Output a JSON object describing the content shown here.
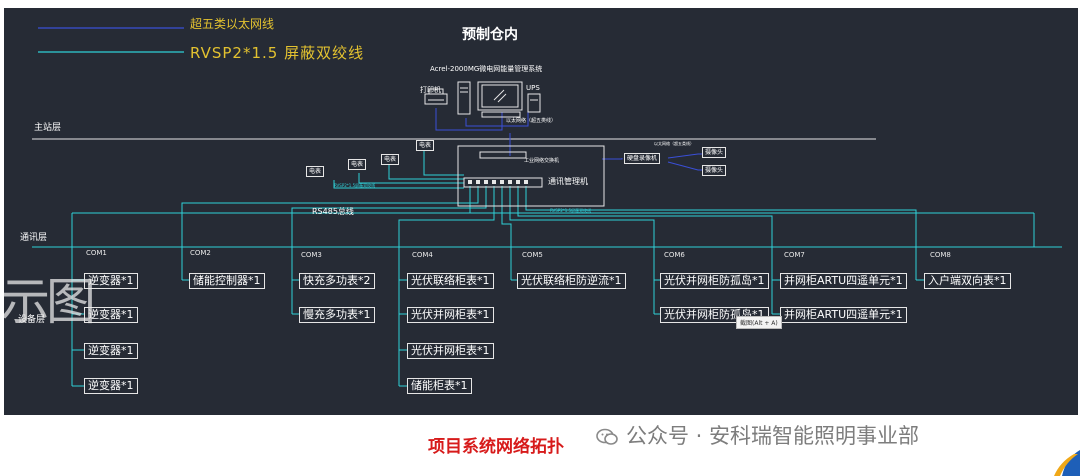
{
  "legend": {
    "ethernet_label": "超五类以太网线",
    "rvsp_label": "RVSP2*1.5 屏蔽双绞线",
    "ethernet_color": "#3a4fd8",
    "rvsp_color": "#2fd0d8"
  },
  "title": "预制仓内",
  "system_name": "Acrel-2000MG微电网能量管理系统",
  "devices": {
    "printer": "打印机",
    "ups": "UPS",
    "ethernet_note": "以太网络（超五类线）"
  },
  "layers": {
    "master": "主站层",
    "comm": "通讯层",
    "device": "设备层"
  },
  "manager": {
    "switch": "工业网络交换机",
    "comm_manager": "通讯管理机",
    "rs485": "RS485总线",
    "rvsp_note": "RVSP2*1.5屏蔽双绞线",
    "rvsp_note2": "RVSP2*1.5屏蔽双绞线"
  },
  "small_devices": [
    "电表",
    "电表",
    "电表",
    "电表"
  ],
  "video": {
    "recorder": "硬盘录像机",
    "ethernet_note": "以太网络（超五类线）",
    "camera1": "摄像头",
    "camera2": "摄像头"
  },
  "columns": [
    {
      "com": "COM1",
      "items": [
        "逆变器*1",
        "逆变器*1",
        "逆变器*1",
        "逆变器*1"
      ]
    },
    {
      "com": "COM2",
      "items": [
        "储能控制器*1"
      ]
    },
    {
      "com": "COM3",
      "items": [
        "快充多功表*2",
        "慢充多功表*1"
      ]
    },
    {
      "com": "COM4",
      "items": [
        "光伏联络柜表*1",
        "光伏并网柜表*1",
        "光伏并网柜表*1",
        "储能柜表*1"
      ]
    },
    {
      "com": "COM5",
      "items": [
        "光伏联络柜防逆流*1"
      ]
    },
    {
      "com": "COM6",
      "items": [
        "光伏并网柜防孤岛*1",
        "光伏并网柜防孤岛*1"
      ]
    },
    {
      "com": "COM7",
      "items": [
        "并网柜ARTU四遥单元*1",
        "并网柜ARTU四遥单元*1"
      ]
    },
    {
      "com": "COM8",
      "items": [
        "入户端双向表*1"
      ]
    }
  ],
  "overlay_text": "示图",
  "tooltip": "截图(Alt + A)",
  "caption": "项目系统网络拓扑",
  "watermark": "公众号 · 安科瑞智能照明事业部"
}
